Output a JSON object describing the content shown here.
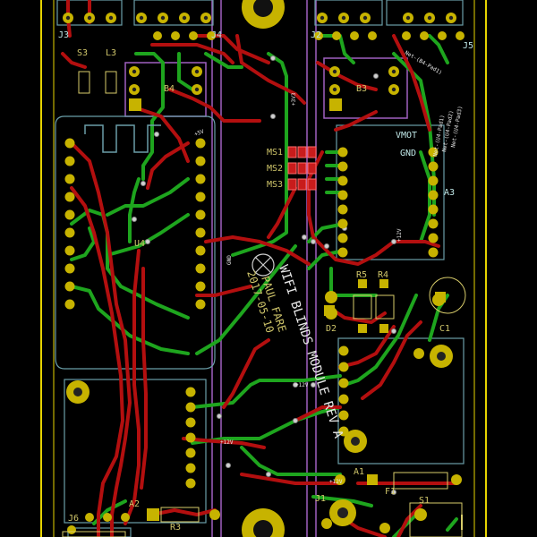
{
  "board": {
    "title_text": "WIFI BLINDS MODULE REV A",
    "author": "PAUL FARE",
    "date": "2017-05-10",
    "colors": {
      "background": "#000000",
      "edge_cut": "#e6d300",
      "front_copper": "#b30f0f",
      "back_copper": "#1ea51e",
      "silkscreen": "#d8cc6a",
      "courtyard": "#6a9ea8",
      "pad": "#c7b300",
      "drill": "#1a1a1a",
      "keepout": "#a060c0"
    }
  },
  "refs": {
    "j3": "J3",
    "j4": "J4",
    "j2": "J2",
    "j5": "J5",
    "s3": "S3",
    "l3": "L3",
    "b4": "B4",
    "b3": "B3",
    "u4": "U4",
    "ms1": "MS1",
    "ms2": "MS2",
    "ms3": "MS3",
    "r5": "R5",
    "r4": "R4",
    "d2": "D2",
    "c1": "C1",
    "a1": "A1",
    "f1": "F1",
    "s1": "S1",
    "j1": "J1",
    "j6": "J6",
    "a2": "A2",
    "r3": "R3",
    "vmot": "VMOT",
    "gnd": "GND",
    "a3": "A3"
  },
  "net_labels": {
    "plus5v_a": "+5V",
    "plus12v_a": "+12V",
    "plus12v_b": "+12V",
    "plus12v_c": "+12V",
    "plus12v_d": "+12V",
    "plus3v3": "+3V3",
    "gnd_a": "GND",
    "net_b4_pad1": "Net-(B4-Pad1)",
    "net_u4_pad1": "Net-(U4-Pad1)",
    "net_u4_pad2": "Net-(U4-Pad2)",
    "net_u4_pad3": "Net-(U4-Pad3)"
  }
}
